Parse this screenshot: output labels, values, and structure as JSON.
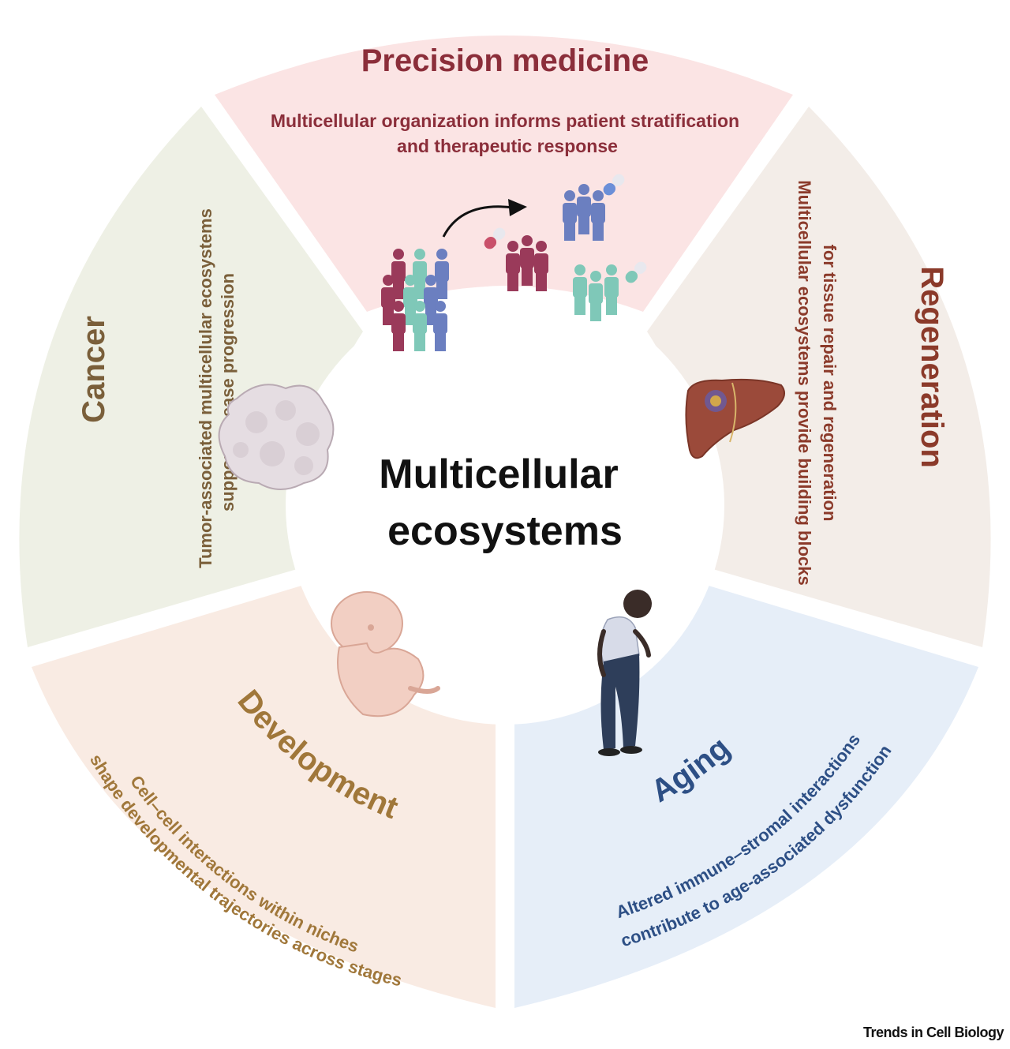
{
  "center": {
    "line1": "Multicellular",
    "line2": "ecosystems"
  },
  "segments": {
    "precision": {
      "title": "Precision medicine",
      "line1": "Multicellular organization informs patient stratification",
      "line2": "and therapeutic response",
      "color": "#8b2e3a",
      "fill": "#fbe4e4",
      "icons": [
        "people-group-icon",
        "arrow-icon",
        "capsule-icon"
      ]
    },
    "regeneration": {
      "title": "Regeneration",
      "line1": "Multicellular ecosystems provide building blocks",
      "line2": "for tissue repair and regeneration",
      "color": "#8b3a2a",
      "fill": "#f3ede8",
      "icons": [
        "liver-icon"
      ]
    },
    "aging": {
      "title": "Aging",
      "line1": "Altered immune–stromal interactions",
      "line2": "contribute to age-associated dysfunction",
      "color": "#2d4f85",
      "fill": "#e6eef8",
      "icons": [
        "elderly-person-icon"
      ]
    },
    "development": {
      "title": "Development",
      "line1": "Cell–cell interactions within niches",
      "line2": "shape developmental trajectories across stages",
      "color": "#a0773a",
      "fill": "#f9ebe3",
      "icons": [
        "embryo-icon"
      ]
    },
    "cancer": {
      "title": "Cancer",
      "line1": "Tumor-associated multicellular ecosystems",
      "line2": "support disease progression",
      "color": "#7a5f3a",
      "fill": "#eef0e5",
      "icons": [
        "tumor-icon"
      ]
    }
  },
  "footer": "Trends in Cell Biology"
}
